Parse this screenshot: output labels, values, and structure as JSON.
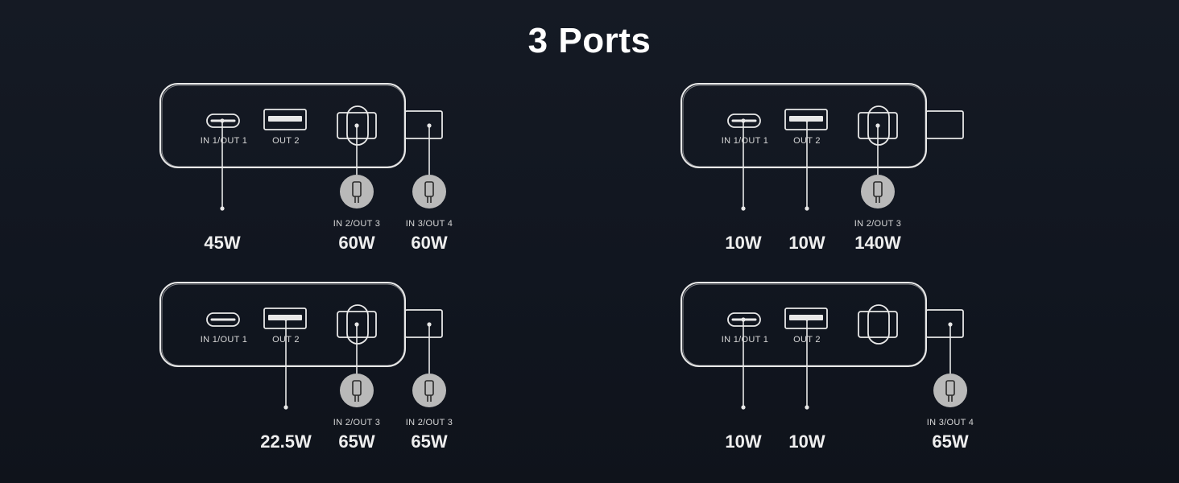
{
  "title": "3 Ports",
  "colors": {
    "line": "#e8e8e8",
    "plug_bg": "#b9b9b9",
    "background": "#131822"
  },
  "panels": [
    {
      "id": "top-left",
      "port_labels": {
        "usbc": "IN 1/OUT 1",
        "usba": "OUT 2"
      },
      "tethers": [
        {
          "port": "usbc",
          "style": "dot",
          "watt": "45W",
          "caption": ""
        },
        {
          "port": "cable",
          "style": "plug",
          "watt": "60W",
          "caption": "IN 2/OUT 3"
        },
        {
          "port": "tab",
          "style": "plug",
          "watt": "60W",
          "caption": "IN 3/OUT 4"
        }
      ]
    },
    {
      "id": "top-right",
      "port_labels": {
        "usbc": "IN 1/OUT 1",
        "usba": "OUT 2"
      },
      "tethers": [
        {
          "port": "usbc",
          "style": "dot",
          "watt": "10W",
          "caption": ""
        },
        {
          "port": "usba",
          "style": "dot",
          "watt": "10W",
          "caption": ""
        },
        {
          "port": "cable",
          "style": "plug",
          "watt": "140W",
          "caption": "IN 2/OUT 3"
        }
      ]
    },
    {
      "id": "bottom-left",
      "port_labels": {
        "usbc": "IN 1/OUT 1",
        "usba": "OUT 2"
      },
      "tethers": [
        {
          "port": "usba",
          "style": "dot",
          "watt": "22.5W",
          "caption": ""
        },
        {
          "port": "cable",
          "style": "plug",
          "watt": "65W",
          "caption": "IN 2/OUT 3"
        },
        {
          "port": "tab",
          "style": "plug",
          "watt": "65W",
          "caption": "IN 2/OUT 3"
        }
      ]
    },
    {
      "id": "bottom-right",
      "port_labels": {
        "usbc": "IN 1/OUT 1",
        "usba": "OUT 2"
      },
      "tethers": [
        {
          "port": "usbc",
          "style": "dot",
          "watt": "10W",
          "caption": ""
        },
        {
          "port": "usba",
          "style": "dot",
          "watt": "10W",
          "caption": ""
        },
        {
          "port": "tab",
          "style": "plug",
          "watt": "65W",
          "caption": "IN 3/OUT 4"
        }
      ]
    }
  ]
}
